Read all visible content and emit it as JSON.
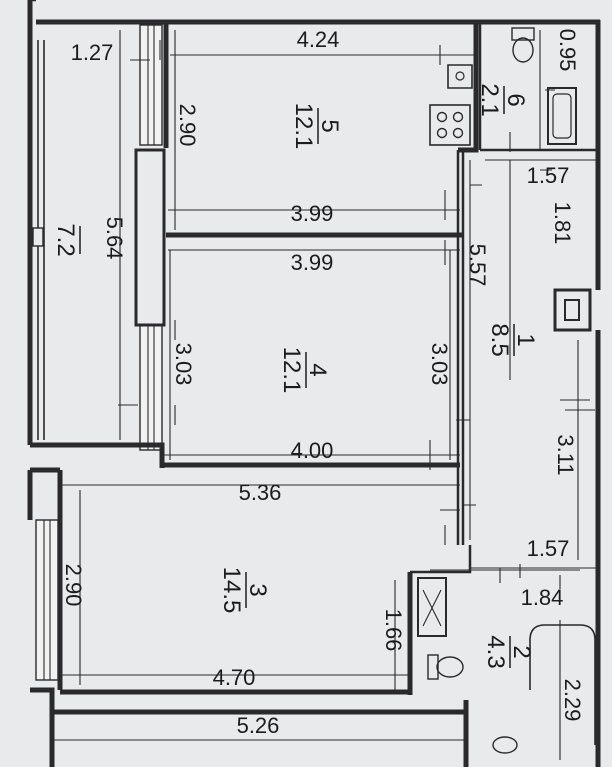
{
  "rooms": [
    {
      "id": "room-5",
      "number": "5",
      "area": "12.1"
    },
    {
      "id": "room-4",
      "number": "4",
      "area": "12.1"
    },
    {
      "id": "room-3",
      "number": "3",
      "area": "14.5"
    },
    {
      "id": "room-7",
      "number": "",
      "area": "7.2"
    },
    {
      "id": "room-6",
      "number": "6",
      "area": "2.1"
    },
    {
      "id": "room-1",
      "number": "1",
      "area": "8.5"
    },
    {
      "id": "room-2",
      "number": "2",
      "area": "4.3"
    }
  ],
  "dimensions": {
    "d_127": "1.27",
    "d_424": "4.24",
    "d_290_top": "2.90",
    "d_095": "0.95",
    "d_157_top": "1.57",
    "d_181": "1.81",
    "d_399_upper": "3.99",
    "d_399_lower": "3.99",
    "d_564": "5.64",
    "d_557": "5.57",
    "d_303_left": "3.03",
    "d_303_right": "3.03",
    "d_400": "4.00",
    "d_311": "3.11",
    "d_536": "5.36",
    "d_157_bottom": "1.57",
    "d_184": "1.84",
    "d_290_bottom": "2.90",
    "d_166": "1.66",
    "d_229": "2.29",
    "d_470": "4.70",
    "d_526": "5.26"
  },
  "colors": {
    "background": "#e9eaec",
    "ink": "#2a2a2c"
  }
}
